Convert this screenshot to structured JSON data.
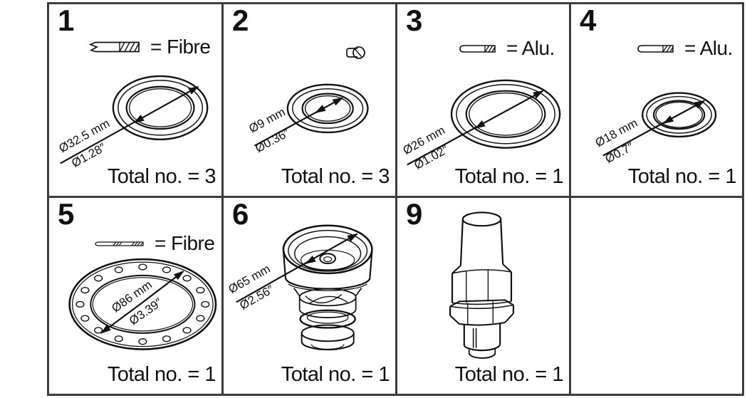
{
  "colors": {
    "background": "#ffffff",
    "grid_line": "#3d3d3d",
    "drawing_line": "#111111"
  },
  "cells": [
    {
      "number": "1",
      "material_label": "= Fibre",
      "material_symbol": "fibre-cross-section",
      "dia_mm": "Ø32.5 mm",
      "dia_inch": "Ø1.28″",
      "total_label": "Total no. = 3"
    },
    {
      "number": "2",
      "material_symbol": "pin",
      "dia_mm": "Ø9 mm",
      "dia_inch": "Ø0.36″",
      "total_label": "Total no. = 3"
    },
    {
      "number": "3",
      "material_label": "= Alu.",
      "material_symbol": "alu-cross-section",
      "dia_mm": "Ø26 mm",
      "dia_inch": "Ø1.02″",
      "total_label": "Total no. = 1"
    },
    {
      "number": "4",
      "material_label": "= Alu.",
      "material_symbol": "alu-cross-section",
      "dia_mm": "Ø18 mm",
      "dia_inch": "Ø0.7″",
      "total_label": "Total no. = 1"
    },
    {
      "number": "5",
      "material_label": "= Fibre",
      "material_symbol": "fibre-thin-cross-section",
      "dia_mm": "Ø86 mm",
      "dia_inch": "Ø3.39″",
      "total_label": "Total no. = 1"
    },
    {
      "number": "6",
      "dia_mm": "Ø65 mm",
      "dia_inch": "Ø2.56″",
      "total_label": "Total no. = 1"
    },
    {
      "number": "9",
      "total_label": "Total no. = 1"
    }
  ]
}
